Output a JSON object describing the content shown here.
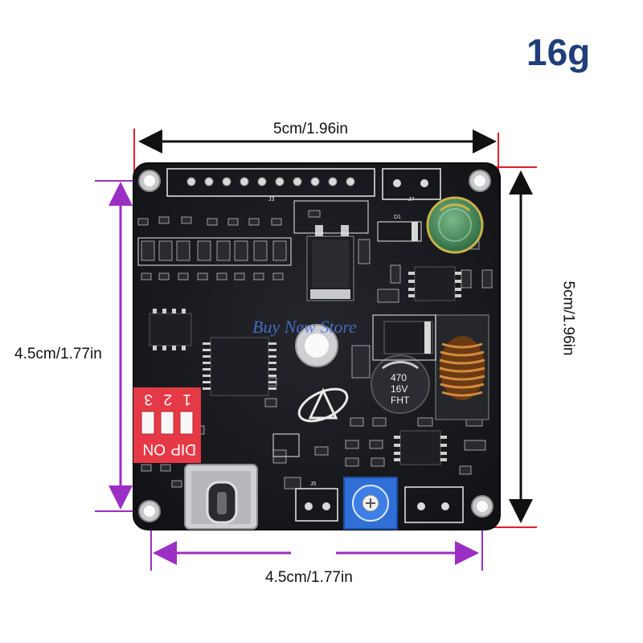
{
  "weight_label": "16g",
  "dimensions": {
    "top": "5cm/1.96in",
    "right": "5cm/1.96in",
    "left": "4.5cm/1.77in",
    "bottom": "4.5cm/1.77in"
  },
  "watermark": "Buy New Store",
  "board": {
    "dip_switch": {
      "numbers": [
        "1",
        "2",
        "3"
      ],
      "label_on": "ON",
      "label_dip": "DIP"
    },
    "capacitor_label": {
      "line1": "470",
      "line2": "16V",
      "line3": "FHT"
    },
    "silkscreen": {
      "j3": "J3",
      "j5": "J5",
      "j7": "J7",
      "d1": "D1"
    }
  },
  "colors": {
    "pcb": "#17181c",
    "dim_arrow": "#111111",
    "dim_purple": "#9b2fc4",
    "edge_red": "#e0202a",
    "dip_switch": "#e63946",
    "potentiometer": "#2f6fd6",
    "weight_text": "#1f3e7a"
  }
}
